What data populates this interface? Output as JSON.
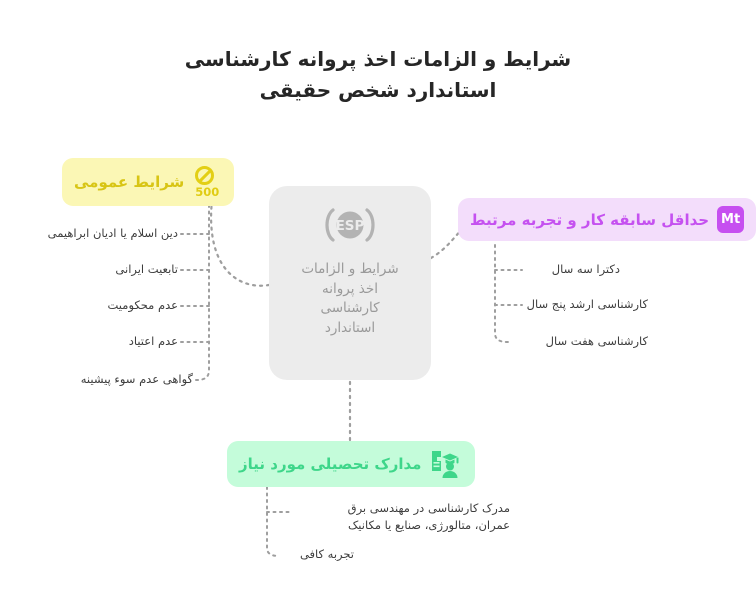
{
  "title": {
    "line1": "شرایط و الزامات اخذ پروانه کارشناسی",
    "line2": "استاندارد شخص حقیقی"
  },
  "center": {
    "icon": "esp-icon",
    "label": "شرایط و الزامات\nاخذ پروانه\nکارشناسی\nاستاندارد"
  },
  "branches": [
    {
      "id": "general",
      "label": "شرایط عمومی",
      "icon": "prohibition-sign-icon",
      "icon_text": "500",
      "color": "#fbf7b5",
      "text_color": "#d8c515",
      "items": [
        "دین اسلام یا ادیان ابراهیمی",
        "تابعیت ایرانی",
        "عدم محکومیت",
        "عدم اعتیاد",
        "گواهی عدم سوء پیشینه"
      ]
    },
    {
      "id": "experience",
      "label": "حداقل سابقه کار و تجربه مرتبط",
      "icon": "mt-badge-icon",
      "icon_text": "Mt",
      "color": "#f3ddfb",
      "text_color": "#c551f0",
      "items": [
        "دکترا سه سال",
        "کارشناسی ارشد پنج سال",
        "کارشناسی هفت سال"
      ]
    },
    {
      "id": "education",
      "label": "مدارک تحصیلی مورد نیاز",
      "icon": "graduate-document-icon",
      "color": "#c4fcda",
      "text_color": "#3ed68a",
      "items": [
        "مدرک کارشناسی در مهندسی  برق\nعمران، متالورژی، صنایع یا مکانیک",
        "تجربه کافی"
      ]
    }
  ],
  "colors": {
    "background": "#ffffff",
    "center_node": "#ececec",
    "center_text": "#9a9a9a",
    "connector": "#9e9e9e",
    "title_text": "#262626",
    "leaf_text": "#3d3d3d"
  }
}
